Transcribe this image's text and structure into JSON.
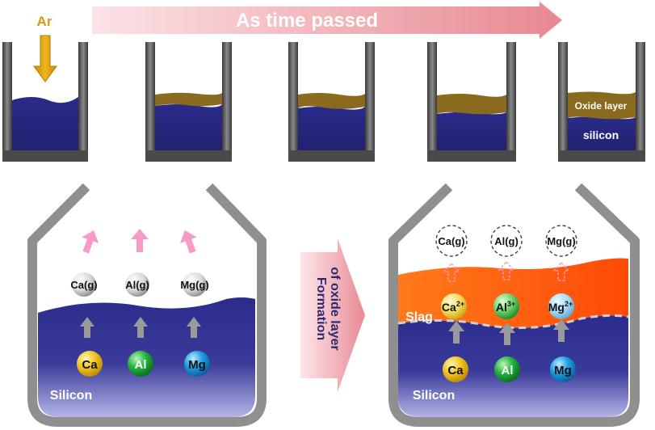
{
  "header": {
    "ar_label": "Ar",
    "time_banner": "As time passed",
    "oxide_label": "Oxide layer",
    "silicon_small_label": "silicon"
  },
  "process_arrow": {
    "line1": "Formation",
    "line2": "of oxide layer"
  },
  "left_vessel": {
    "gas_species": [
      "Ca(g)",
      "Al(g)",
      "Mg(g)"
    ],
    "melt_elements": [
      "Ca",
      "Al",
      "Mg"
    ],
    "melt_label": "Silicon"
  },
  "right_vessel": {
    "gas_species": [
      "Ca(g)",
      "Al(g)",
      "Mg(g)"
    ],
    "ion_base": [
      "Ca",
      "Al",
      "Mg"
    ],
    "ion_charge": [
      "2+",
      "3+",
      "2+"
    ],
    "slag_label": "Slag",
    "melt_elements": [
      "Ca",
      "Al",
      "Mg"
    ],
    "melt_label": "Silicon"
  },
  "colors": {
    "silicon": "#2a2a8a",
    "oxide": "#8a6a1e",
    "slag": "#ff5a10",
    "ca_ball": "#f0c020",
    "al_ball": "#1aa83a",
    "mg_ball": "#1e9ae0",
    "ar_arrow": "#e0a010",
    "pink_arrow": "#f79ac8",
    "wall": "#555555"
  }
}
